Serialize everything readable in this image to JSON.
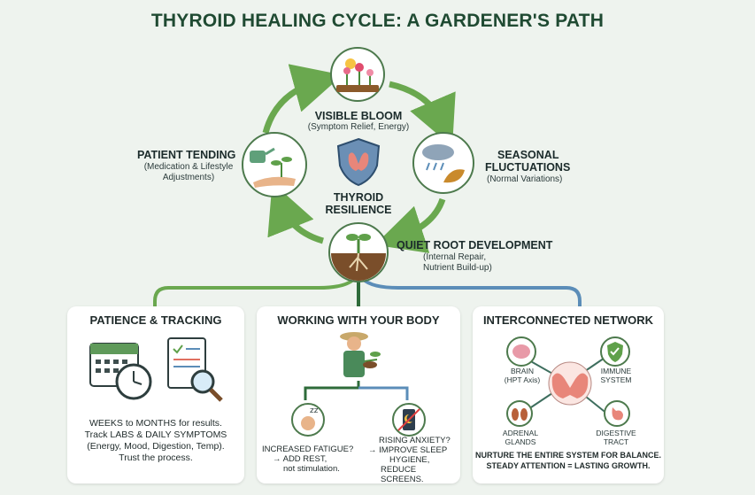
{
  "title": "THYROID HEALING CYCLE: A GARDENER'S PATH",
  "cycle": {
    "bloom": {
      "title": "VISIBLE BLOOM",
      "subtitle": "(Symptom Relief, Energy)"
    },
    "seasonal": {
      "title_line1": "SEASONAL",
      "title_line2": "FLUCTUATIONS",
      "subtitle": "(Normal Variations)"
    },
    "root": {
      "title": "QUIET ROOT DEVELOPMENT",
      "subtitle_line1": "(Internal Repair,",
      "subtitle_line2": "Nutrient Build-up)"
    },
    "tending": {
      "title": "PATIENT TENDING",
      "subtitle_line1": "(Medication & Lifestyle",
      "subtitle_line2": "Adjustments)"
    },
    "center": {
      "line1": "THYROID",
      "line2": "RESILIENCE"
    }
  },
  "panels": {
    "patience": {
      "title": "PATIENCE & TRACKING",
      "line1": "WEEKS to MONTHS for results.",
      "line2": "Track LABS & DAILY SYMPTOMS",
      "line3": "(Energy, Mood, Digestion, Temp).",
      "line4": "Trust the process."
    },
    "body": {
      "title": "WORKING WITH YOUR BODY",
      "left_title": "INCREASED FATIGUE?",
      "left_line1": "→ ADD REST,",
      "left_line2": "not stimulation.",
      "right_title": "RISING ANXIETY?",
      "right_line1": "→ IMPROVE SLEEP",
      "right_line2": "HYGIENE,",
      "right_line3": "REDUCE SCREENS."
    },
    "network": {
      "title": "INTERCONNECTED NETWORK",
      "brain_l1": "BRAIN",
      "brain_l2": "(HPT Axis)",
      "immune_l1": "IMMUNE",
      "immune_l2": "SYSTEM",
      "adrenal_l1": "ADRENAL",
      "adrenal_l2": "GLANDS",
      "digestive_l1": "DIGESTIVE",
      "digestive_l2": "TRACT",
      "footer1": "NURTURE THE ENTIRE SYSTEM FOR BALANCE.",
      "footer2": "STEADY ATTENTION = LASTING GROWTH."
    }
  },
  "colors": {
    "green": "#6aa84f",
    "darkgreen": "#2e6b3a",
    "blue": "#5b8db8",
    "thyroid": "#e8867a"
  },
  "icons": [
    "sun-icon",
    "flowers-icon",
    "cloud-rain-icon",
    "leaf-icon",
    "sprout-roots-icon",
    "watering-can-icon",
    "hand-sprout-icon",
    "thyroid-shield-icon",
    "calendar-icon",
    "clock-icon",
    "notebook-icon",
    "magnifier-icon",
    "gardener-icon",
    "sleeping-face-icon",
    "phone-moon-icon",
    "brain-icon",
    "immune-shield-icon",
    "kidneys-icon",
    "stomach-icon",
    "thyroid-icon"
  ]
}
